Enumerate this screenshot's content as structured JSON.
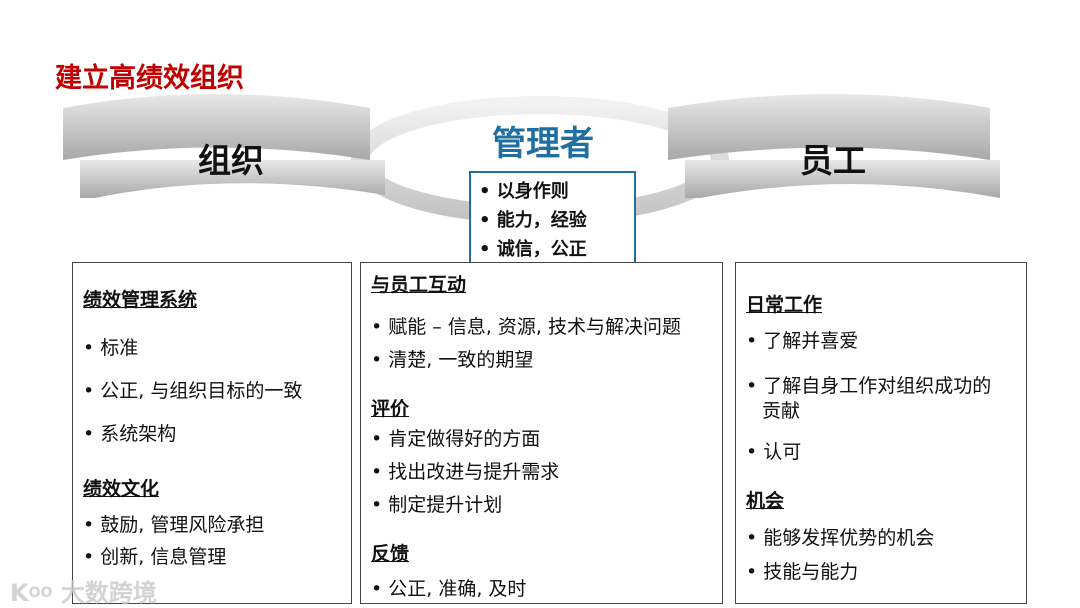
{
  "title": "建立高绩效组织",
  "left_ring": "组织",
  "center_ring": "管理者",
  "right_ring": "员工",
  "callout": [
    "• 以身作则",
    "• 能力，经验",
    "• 诚信，公正"
  ],
  "col1": {
    "h1": "绩效管理系统",
    "items1": [
      "• 标准",
      "• 公正, 与组织目标的一致",
      "• 系统架构"
    ],
    "h2": "绩效文化",
    "items2": [
      "• 鼓励, 管理风险承担",
      "• 创新, 信息管理"
    ]
  },
  "col2": {
    "h1": "与员工互动",
    "items1": [
      "• 赋能 – 信息, 资源, 技术与解决问题",
      "• 清楚, 一致的期望"
    ],
    "h2": "评价",
    "items2": [
      "• 肯定做得好的方面",
      "• 找出改进与提升需求",
      "• 制定提升计划"
    ],
    "h3": "反馈",
    "items3": [
      "• 公正, 准确, 及时"
    ]
  },
  "col3": {
    "h1": "日常工作",
    "items1": [
      "•  了解并喜爱",
      "•  了解自身工作对组织成功的",
      "贡献",
      "•   认可"
    ],
    "h2": "机会",
    "items2": [
      "•   能够发挥优势的机会",
      "•   技能与能力"
    ]
  },
  "watermark": "大数跨境",
  "colors": {
    "title": "#c00000",
    "accent": "#1f6fa0"
  }
}
